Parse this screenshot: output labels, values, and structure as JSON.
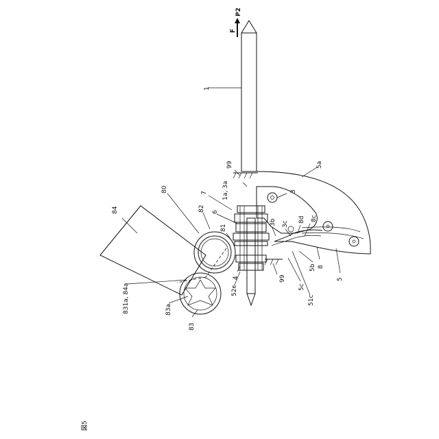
{
  "figure": {
    "label": "図5"
  },
  "labels": {
    "p2": "P2",
    "f": "F",
    "l1": "1",
    "l99a": "99",
    "l5a": "5a",
    "l1a3a": "1a, 3a",
    "l3": "3",
    "l80": "80",
    "l7": "7",
    "l84": "84",
    "l82": "82",
    "l6": "6",
    "l3b": "3b",
    "l3c": "3c",
    "l8d": "8d",
    "l8c": "8c",
    "l81": "81",
    "l4": "4",
    "l52c": "52c",
    "l99b": "99",
    "l5c": "5c",
    "l5b": "5b",
    "l8": "8",
    "l5": "5",
    "l51c": "51c",
    "l831": "831a, 84a",
    "l83a": "83a",
    "l83": "83"
  }
}
